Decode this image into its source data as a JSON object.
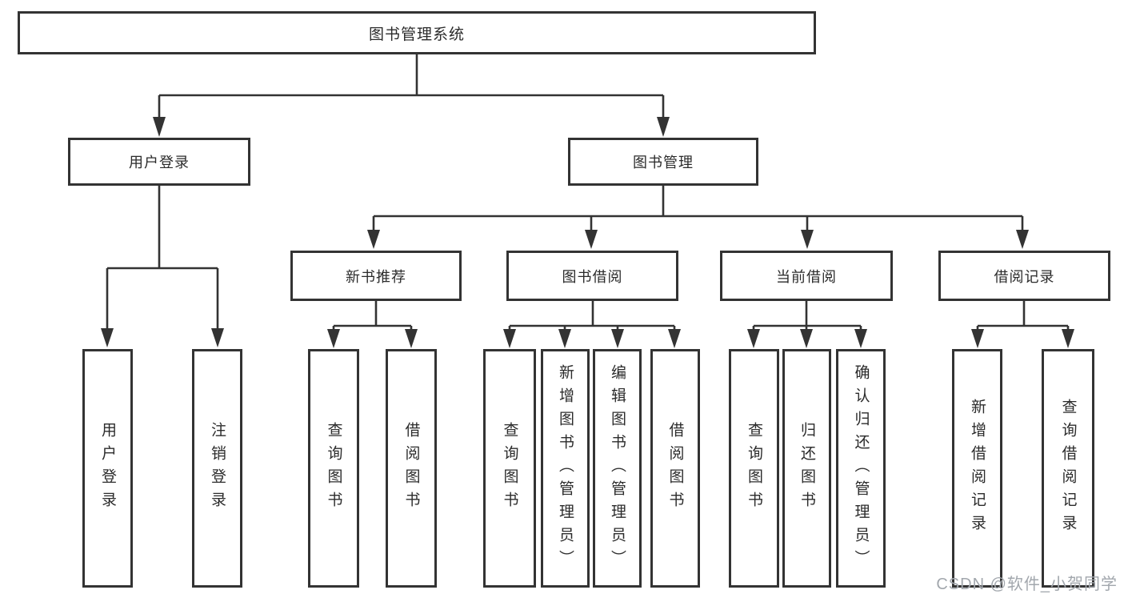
{
  "diagram": {
    "root": {
      "label": "图书管理系统"
    },
    "level1": [
      {
        "label": "用户登录"
      },
      {
        "label": "图书管理"
      }
    ],
    "level2": [
      {
        "label": "新书推荐"
      },
      {
        "label": "图书借阅"
      },
      {
        "label": "当前借阅"
      },
      {
        "label": "借阅记录"
      }
    ],
    "leaves": [
      {
        "label": "用户登录"
      },
      {
        "label": "注销登录"
      },
      {
        "label": "查询图书"
      },
      {
        "label": "借阅图书"
      },
      {
        "label": "查询图书"
      },
      {
        "label": "新增图书（管理员）"
      },
      {
        "label": "编辑图书（管理员）"
      },
      {
        "label": "借阅图书"
      },
      {
        "label": "查询图书"
      },
      {
        "label": "归还图书"
      },
      {
        "label": "确认归还（管理员）"
      },
      {
        "label": "新增借阅记录"
      },
      {
        "label": "查询借阅记录"
      }
    ]
  },
  "watermark": {
    "text": "CSDN @软件_小贺同学"
  },
  "colors": {
    "line": "#333333",
    "box_border": "#333333",
    "box_fill": "#ffffff",
    "text": "#2b2b2b",
    "watermark": "#a2a7ad"
  }
}
